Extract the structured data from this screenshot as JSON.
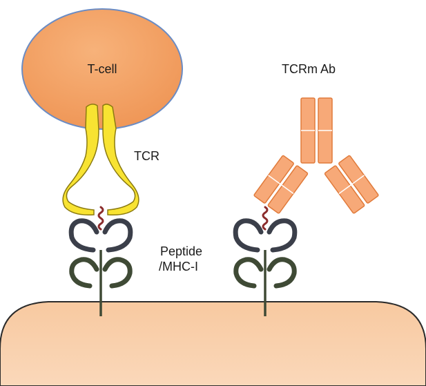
{
  "labels": {
    "t_cell": "T-cell",
    "tcr": "TCR",
    "tcrm_ab": "TCRm Ab",
    "peptide_line1": "Peptide",
    "peptide_line2": "/MHC-I"
  },
  "colors": {
    "cell_fill": "#f4a366",
    "cell_stroke": "#6b8cc4",
    "target_cell_fill": "#f9cfa8",
    "target_cell_stroke": "#2b2b2b",
    "tcr_fill": "#f8e332",
    "tcr_stroke": "#8a7a10",
    "antibody_fill": "#f7a978",
    "antibody_stroke": "#e07a3a",
    "peptide": "#8b2c2c",
    "mhc_alpha12": "#3b3f4a",
    "mhc_alpha3": "#3f4a35"
  }
}
